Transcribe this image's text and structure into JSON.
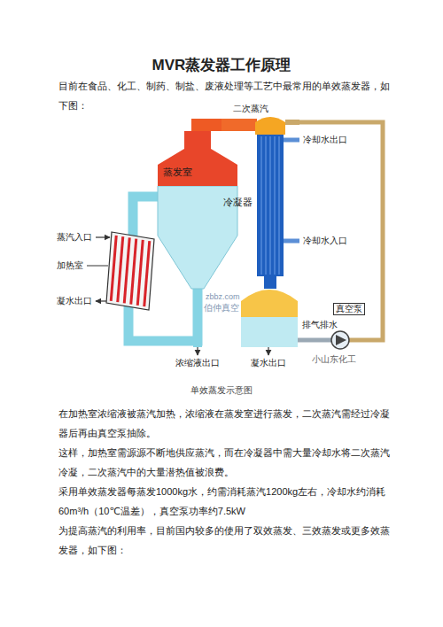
{
  "diagram": {
    "title": "MVR蒸发器工作原理",
    "caption": "单效蒸发示意图",
    "nodes": [
      {
        "text": [
          "蒸发室"
        ]
      },
      {
        "text": [
          "冷凝器"
        ]
      },
      {
        "text": [
          "加热室"
        ]
      },
      {
        "text": [
          "真空泵"
        ]
      }
    ],
    "edges": [
      {
        "from": 0,
        "to": 1,
        "label": "二次蒸汽",
        "arrow": "none"
      },
      {
        "from": 2,
        "to": 0,
        "arrow": "none"
      },
      {
        "from": 2,
        "to": 0,
        "arrow": "none"
      },
      {
        "from": 1,
        "to": 3,
        "arrow": "none"
      },
      {
        "from": 1,
        "to": 3,
        "label": "排气排水",
        "arrow": "none"
      }
    ],
    "labels": [
      "目前在食品、化工、制药、制盐、废液处理等工艺中最常用的单效蒸发器，如下图：",
      "冷却水出口",
      "冷却水入口",
      "蒸汽入口",
      "凝水出口",
      "凝水出口",
      "浓缩液出口",
      "zbbz.com",
      "伯仲真空",
      "小山东化工",
      "在加热室浓缩液被蒸汽加热，浓缩液在蒸发室进行蒸发，二次蒸汽需经过冷凝器后再由真空泵抽除。",
      "这样，加热室需源源不断地供应蒸汽，而在冷凝器中需大量冷却水将二次蒸汽冷凝，二次蒸汽中的大量潜热值被浪费。",
      "采用单效蒸发器每蒸发1000kg水，约需消耗蒸汽1200kg左右，冷却水约消耗60m³/h（10℃温差），真空泵功率约7.5kW",
      "为提高蒸汽的利用率，目前国内较多的使用了双效蒸发、三效蒸发或更多效蒸发器，如下图："
    ]
  }
}
